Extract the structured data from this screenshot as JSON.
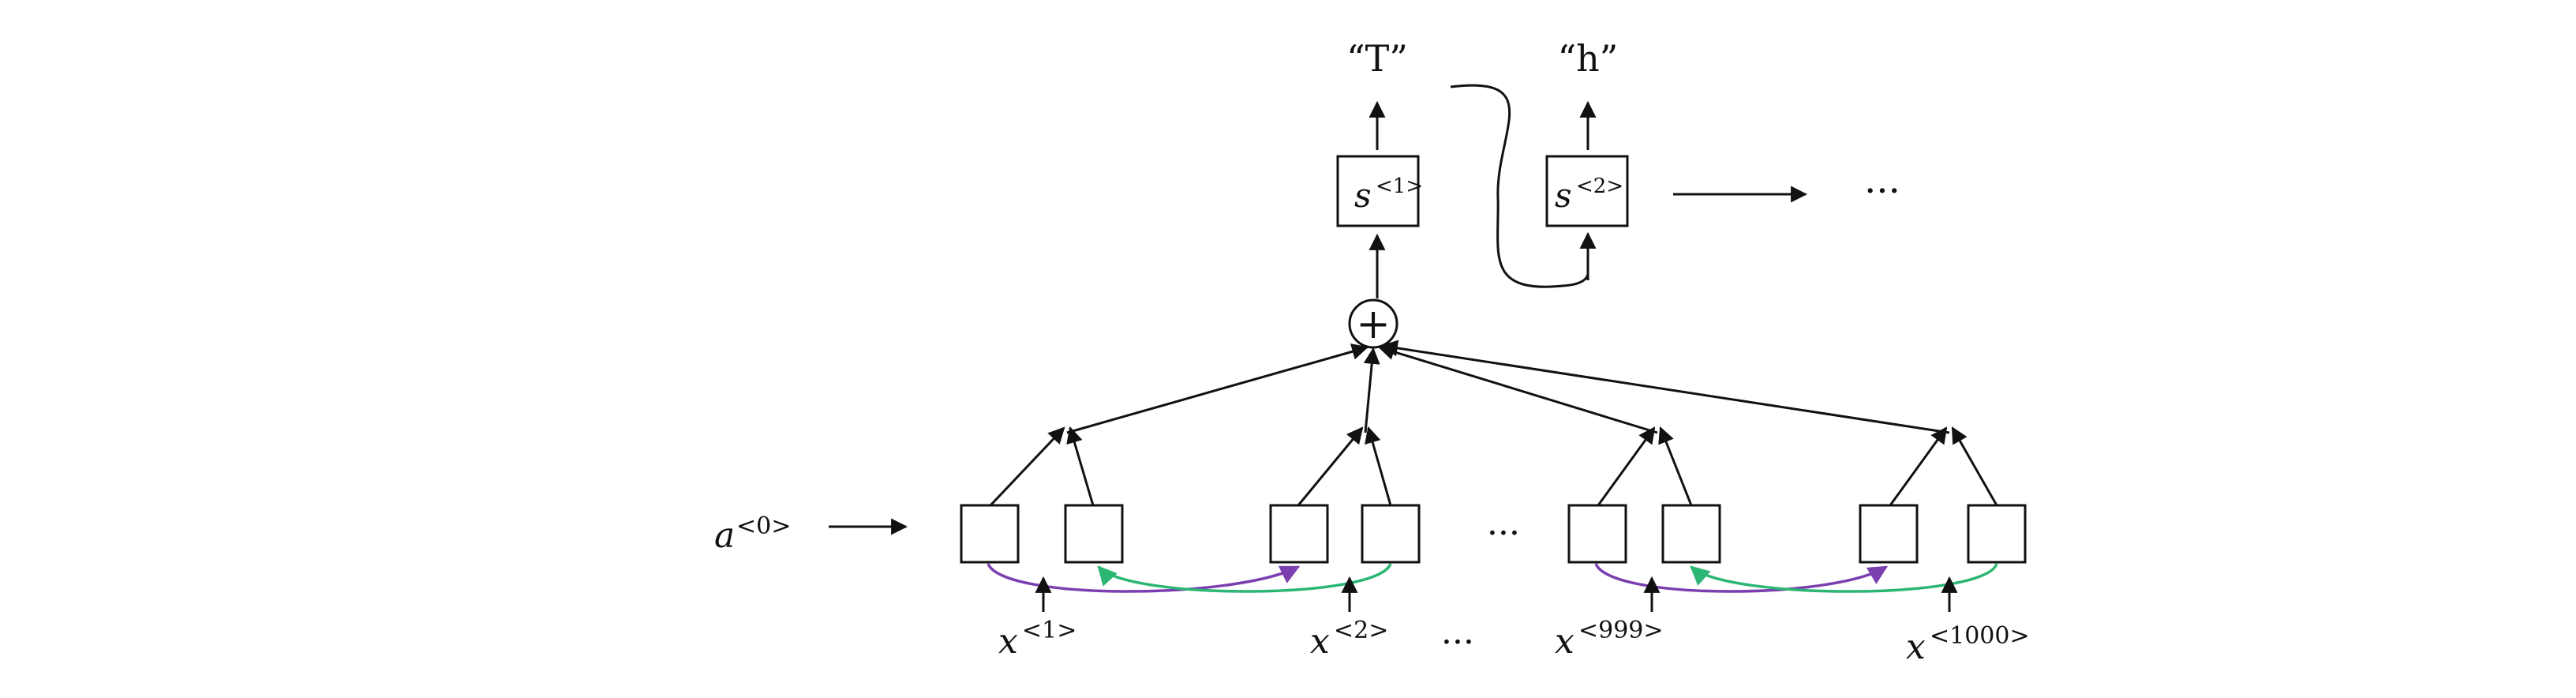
{
  "outputs": {
    "out1": "“T”",
    "out2": "“h”"
  },
  "decoder": {
    "s1_base": "s",
    "s1_sup": "<1>",
    "s2_base": "s",
    "s2_sup": "<2>",
    "ellipsis": "···"
  },
  "sum_node": "+",
  "initial_state": {
    "base": "a",
    "sup": "<0>"
  },
  "inputs": [
    {
      "base": "x",
      "sup": "<1>"
    },
    {
      "base": "x",
      "sup": "<2>"
    },
    {
      "base": "x",
      "sup": "<999>"
    },
    {
      "base": "x",
      "sup": "<1000>"
    }
  ],
  "encoder_ellipsis": "···",
  "input_ellipsis": "···",
  "colors": {
    "forward": "#7b3fb0",
    "backward": "#2bb673",
    "stroke": "#111111"
  }
}
